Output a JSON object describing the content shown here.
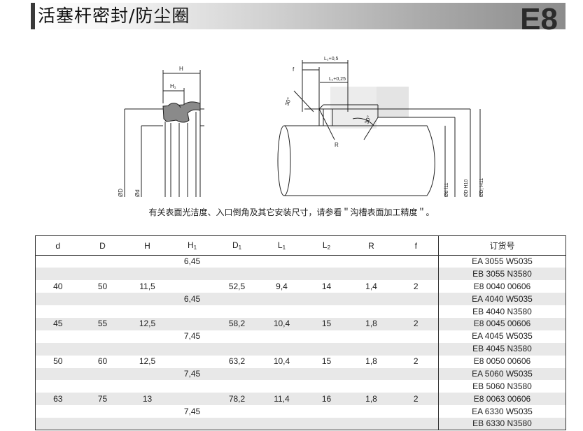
{
  "header": {
    "title": "活塞杆密封/防尘圈",
    "code": "E8"
  },
  "diagram": {
    "labels": {
      "H": "H",
      "H1": "H₁",
      "D": "ØD",
      "d": "Ød",
      "f": "f",
      "L2": "L₂+0,5",
      "L1": "L₁+0,25",
      "angle_left": "30°",
      "angle_right": "30°",
      "R": "R",
      "d_f11": "Ød f11",
      "D_H10": "ØD H10",
      "D1_H11": "ØD₁ H11"
    }
  },
  "note": "有关表面光洁度、入口倒角及其它安装尺寸，请参看＂沟槽表面加工精度＂。",
  "table": {
    "headers": {
      "d": "d",
      "D": "D",
      "H": "H",
      "H1": "H",
      "H1_sub": "1",
      "D1": "D",
      "D1_sub": "1",
      "L1": "L",
      "L1_sub": "1",
      "L2": "L",
      "L2_sub": "2",
      "R": "R",
      "f": "f",
      "order": "订货号"
    },
    "rows": [
      {
        "d": "",
        "D": "",
        "H": "",
        "H1": "6,45",
        "D1": "",
        "L1": "",
        "L2": "",
        "R": "",
        "f": "",
        "order": "EA 3055 W5035"
      },
      {
        "d": "",
        "D": "",
        "H": "",
        "H1": "",
        "D1": "",
        "L1": "",
        "L2": "",
        "R": "",
        "f": "",
        "order": "EB 3055 N3580"
      },
      {
        "d": "40",
        "D": "50",
        "H": "11,5",
        "H1": "",
        "D1": "52,5",
        "L1": "9,4",
        "L2": "14",
        "R": "1,4",
        "f": "2",
        "order": "E8 0040 00606"
      },
      {
        "d": "",
        "D": "",
        "H": "",
        "H1": "6,45",
        "D1": "",
        "L1": "",
        "L2": "",
        "R": "",
        "f": "",
        "order": "EA 4040 W5035"
      },
      {
        "d": "",
        "D": "",
        "H": "",
        "H1": "",
        "D1": "",
        "L1": "",
        "L2": "",
        "R": "",
        "f": "",
        "order": "EB 4040 N3580"
      },
      {
        "d": "45",
        "D": "55",
        "H": "12,5",
        "H1": "",
        "D1": "58,2",
        "L1": "10,4",
        "L2": "15",
        "R": "1,8",
        "f": "2",
        "order": "E8 0045 00606"
      },
      {
        "d": "",
        "D": "",
        "H": "",
        "H1": "7,45",
        "D1": "",
        "L1": "",
        "L2": "",
        "R": "",
        "f": "",
        "order": "EA 4045 W5035"
      },
      {
        "d": "",
        "D": "",
        "H": "",
        "H1": "",
        "D1": "",
        "L1": "",
        "L2": "",
        "R": "",
        "f": "",
        "order": "EB 4045 N3580"
      },
      {
        "d": "50",
        "D": "60",
        "H": "12,5",
        "H1": "",
        "D1": "63,2",
        "L1": "10,4",
        "L2": "15",
        "R": "1,8",
        "f": "2",
        "order": "E8 0050 00606"
      },
      {
        "d": "",
        "D": "",
        "H": "",
        "H1": "7,45",
        "D1": "",
        "L1": "",
        "L2": "",
        "R": "",
        "f": "",
        "order": "EA 5060 W5035"
      },
      {
        "d": "",
        "D": "",
        "H": "",
        "H1": "",
        "D1": "",
        "L1": "",
        "L2": "",
        "R": "",
        "f": "",
        "order": "EB 5060 N3580"
      },
      {
        "d": "63",
        "D": "75",
        "H": "13",
        "H1": "",
        "D1": "78,2",
        "L1": "11,4",
        "L2": "16",
        "R": "1,8",
        "f": "2",
        "order": "E8 0063 00606"
      },
      {
        "d": "",
        "D": "",
        "H": "",
        "H1": "7,45",
        "D1": "",
        "L1": "",
        "L2": "",
        "R": "",
        "f": "",
        "order": "EA 6330 W5035"
      },
      {
        "d": "",
        "D": "",
        "H": "",
        "H1": "",
        "D1": "",
        "L1": "",
        "L2": "",
        "R": "",
        "f": "",
        "order": "EB 6330 N3580"
      }
    ]
  }
}
